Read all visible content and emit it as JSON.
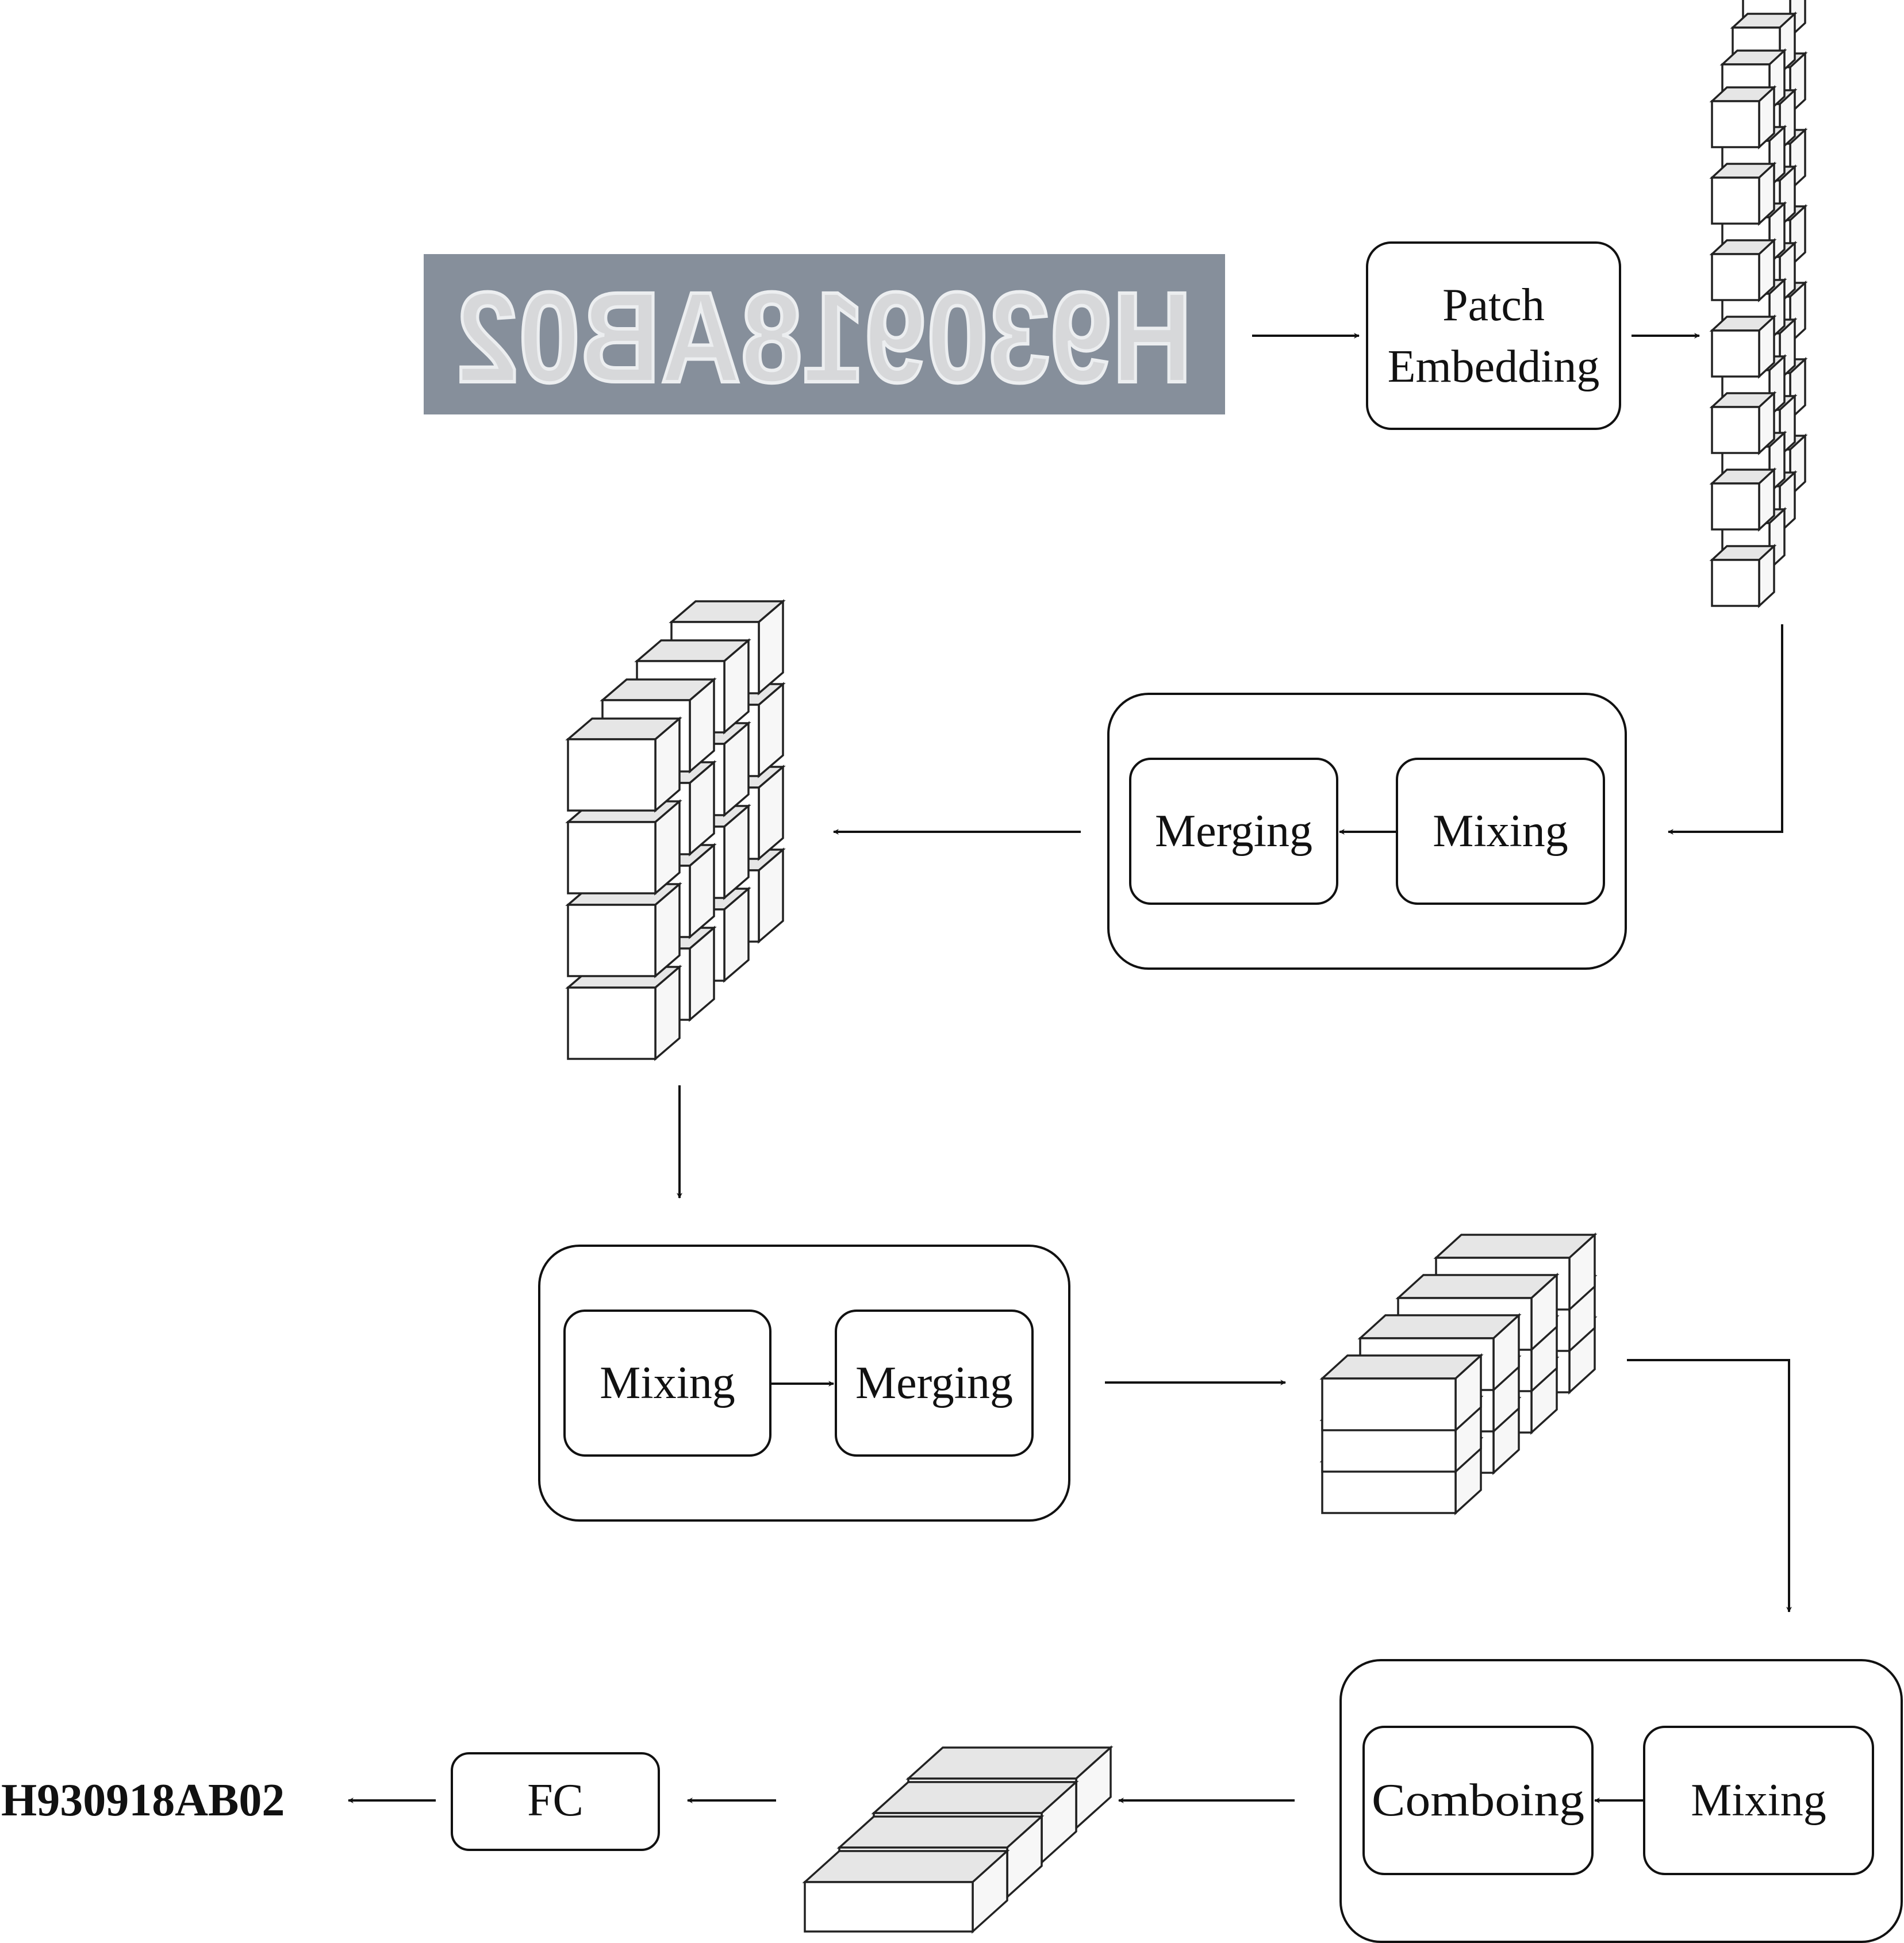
{
  "input_image": {
    "plate_text": "H930918AB02",
    "background_color": "#7c8592"
  },
  "patch_embedding": {
    "line1": "Patch",
    "line2": "Embedding"
  },
  "stage1": {
    "merging_label": "Merging",
    "mixing_label": "Mixing"
  },
  "stage2": {
    "mixing_label": "Mixing",
    "merging_label": "Merging"
  },
  "stage3": {
    "comboing_label": "Comboing",
    "mixing_label": "Mixing"
  },
  "fc_label": "FC",
  "output_text": "H930918AB02",
  "colors": {
    "line": "#111111",
    "cube_top": "#e6e6e6",
    "cube_front": "#ffffff"
  }
}
